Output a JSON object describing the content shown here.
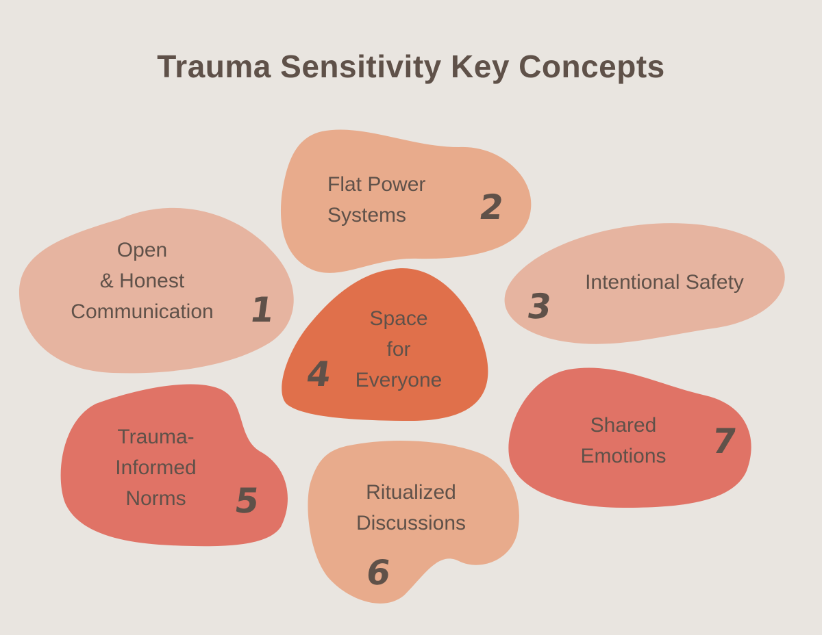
{
  "title": "Trauma Sensitivity Key Concepts",
  "colors": {
    "background": "#e9e5e0",
    "text": "#5f5149",
    "pink": "#e6b4a0",
    "peach": "#e8ab8c",
    "coral": "#e07366",
    "orange": "#e0704b"
  },
  "concepts": [
    {
      "id": "open",
      "lines": [
        "Open",
        "& Honest",
        "Communication"
      ],
      "number": "1",
      "color": "pink"
    },
    {
      "id": "flat",
      "lines": [
        "Flat Power",
        "Systems"
      ],
      "number": "2",
      "color": "peach"
    },
    {
      "id": "intentional",
      "lines": [
        "Intentional Safety"
      ],
      "number": "3",
      "color": "pink"
    },
    {
      "id": "space",
      "lines": [
        "Space",
        "for",
        "Everyone"
      ],
      "number": "4",
      "color": "orange"
    },
    {
      "id": "trauma",
      "lines": [
        "Trauma-",
        "Informed",
        "Norms"
      ],
      "number": "5",
      "color": "coral"
    },
    {
      "id": "ritual",
      "lines": [
        "Ritualized",
        "Discussions"
      ],
      "number": "6",
      "color": "peach"
    },
    {
      "id": "shared",
      "lines": [
        "Shared",
        "Emotions"
      ],
      "number": "7",
      "color": "coral"
    }
  ]
}
